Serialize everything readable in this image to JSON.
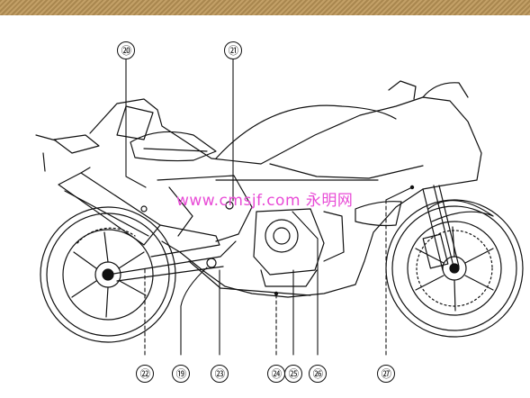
{
  "diagram": {
    "callouts": [
      {
        "id": "c20",
        "label": "⑳"
      },
      {
        "id": "c21",
        "label": "㉑"
      },
      {
        "id": "c22",
        "label": "㉒"
      },
      {
        "id": "c19",
        "label": "⑲"
      },
      {
        "id": "c23",
        "label": "㉓"
      },
      {
        "id": "c24",
        "label": "㉔"
      },
      {
        "id": "c25",
        "label": "㉕"
      },
      {
        "id": "c26",
        "label": "㉖"
      },
      {
        "id": "c27",
        "label": "㉗"
      }
    ],
    "watermark": "www.cmsjf.com 永明网"
  },
  "colors": {
    "header_band": "#b8955a",
    "watermark": "#e84bd6",
    "line": "#111111"
  }
}
